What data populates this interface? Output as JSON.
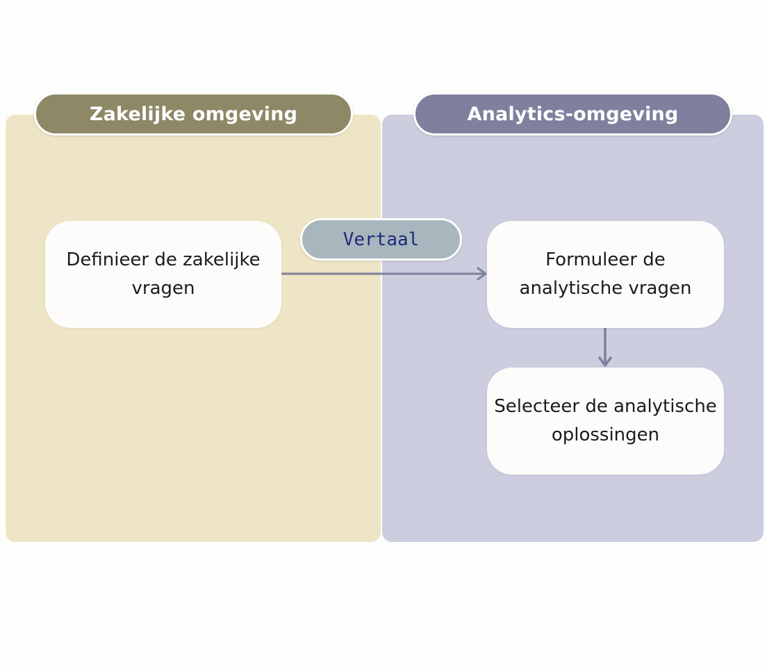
{
  "colors": {
    "background": "#fdfdfc",
    "business_panel": "#ede5c5",
    "business_header": "#8d8866",
    "analytics_panel": "#cdcde0",
    "analytics_header": "#7e809e",
    "translate_pill": "#a8b6bd",
    "translate_text": "#1e2a7c",
    "arrow": "#7f809c",
    "node": "#fdfcfa"
  },
  "lanes": {
    "business": {
      "title": "Zakelijke omgeving"
    },
    "analytics": {
      "title": "Analytics-omgeving"
    }
  },
  "nodes": {
    "define": {
      "label": "Definieer de zakelijke\nvragen"
    },
    "formulate": {
      "label": "Formuleer de\nanalytische vragen"
    },
    "select": {
      "label": "Selecteer de analytische\noplossingen"
    }
  },
  "edges": {
    "translate": {
      "label": "Vertaal"
    }
  }
}
